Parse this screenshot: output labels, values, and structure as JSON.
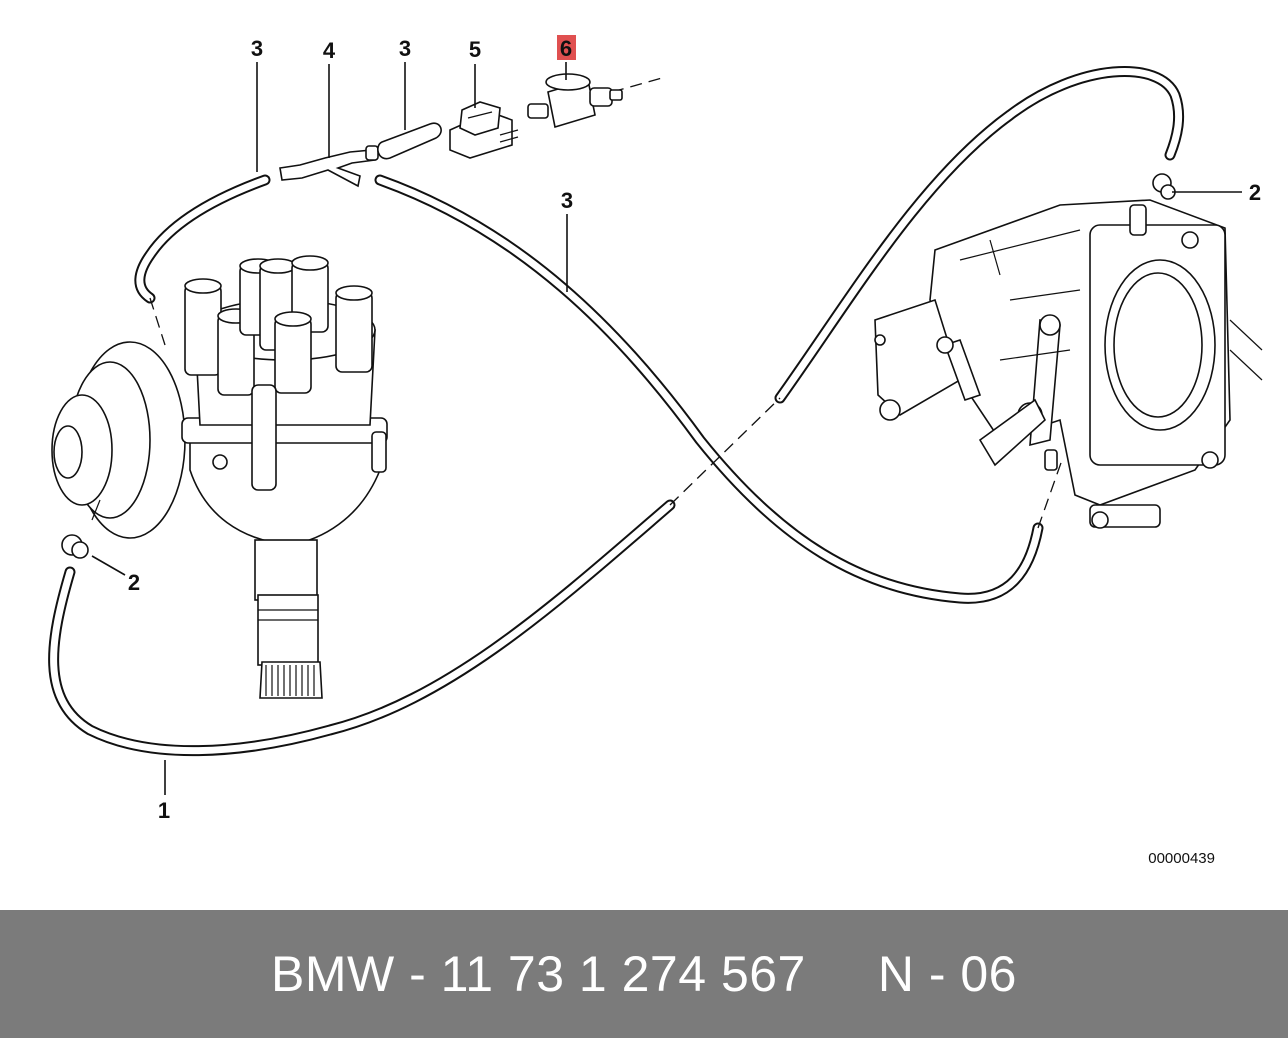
{
  "diagram": {
    "callouts": {
      "c1": "1",
      "c2_left": "2",
      "c2_right": "2",
      "c3_a": "3",
      "c3_b": "3",
      "c3_c": "3",
      "c4": "4",
      "c5": "5",
      "c6": "6"
    },
    "highlight_color": "#e05050",
    "image_code": "00000439"
  },
  "footer": {
    "text": "BMW - 11 73 1 274 567     N - 06",
    "background": "#7b7b7b"
  }
}
